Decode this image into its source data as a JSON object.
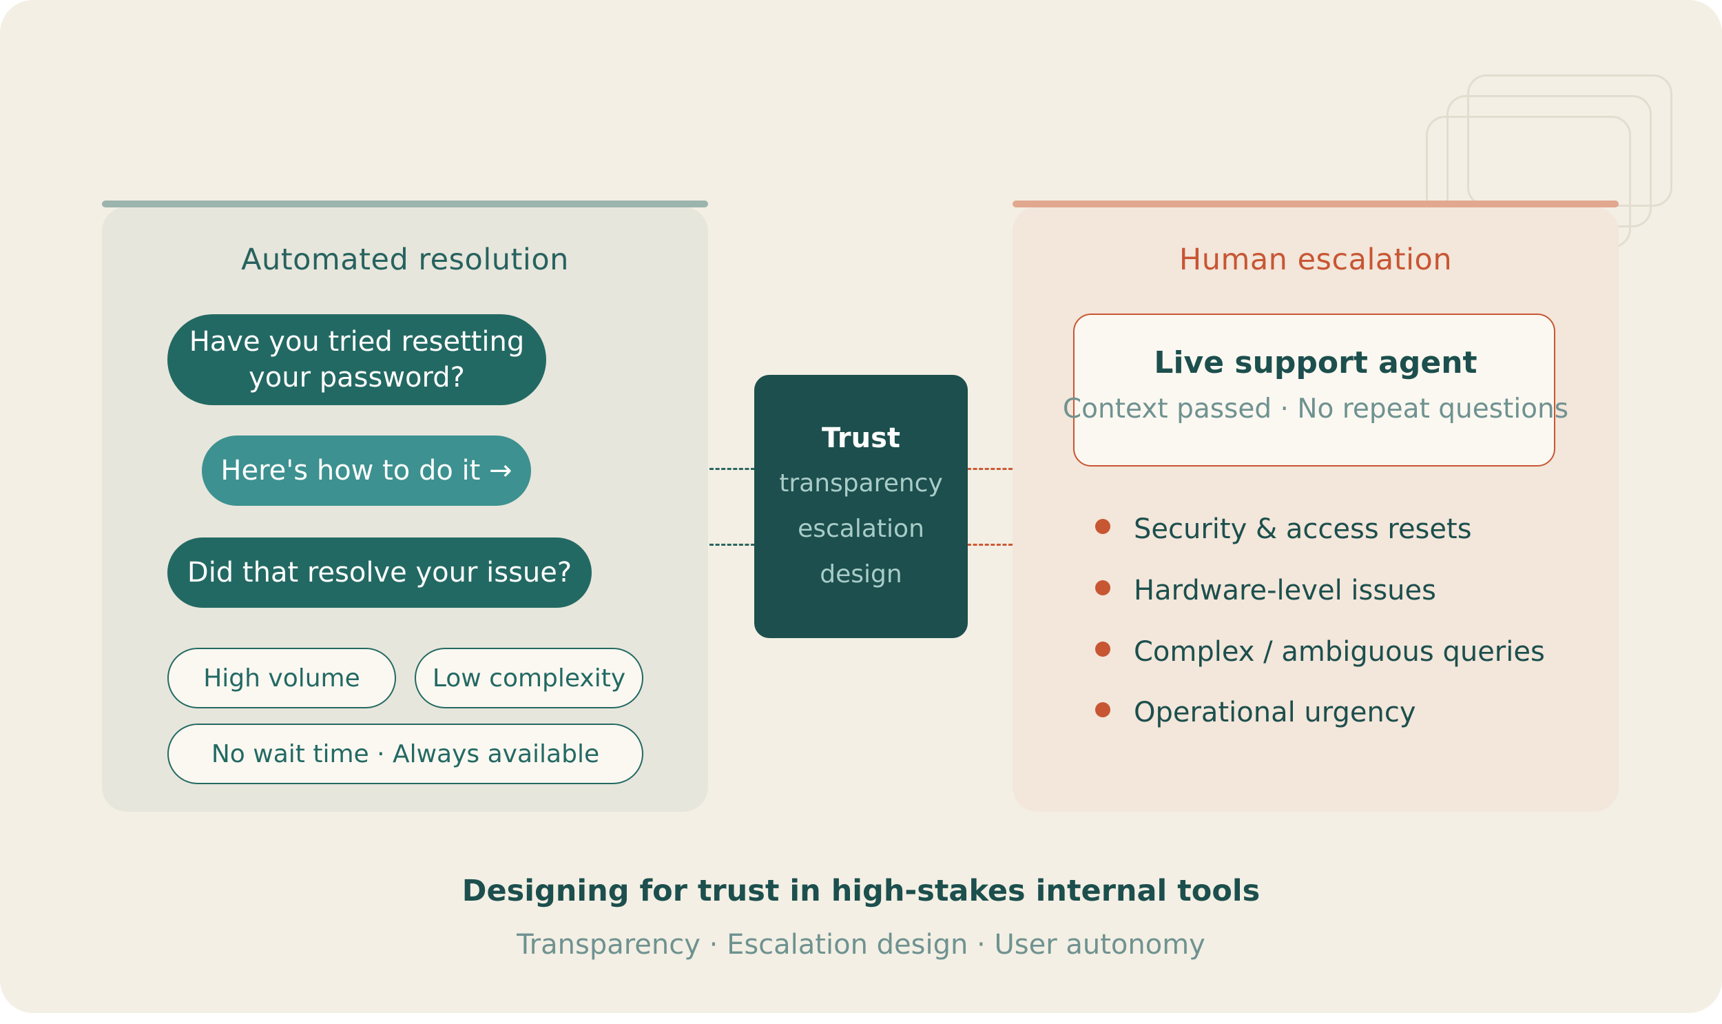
{
  "automated": {
    "title": "Automated resolution",
    "question_1": "Have you tried resetting your password?",
    "answer_1": "Here's how to do it →",
    "question_2": "Did that resolve your issue?",
    "tags": [
      "High volume",
      "Low complexity",
      "No wait time · Always available"
    ]
  },
  "trust": {
    "title": "Trust",
    "words": [
      "transparency",
      "escalation",
      "design"
    ]
  },
  "human": {
    "title": "Human escalation",
    "card_title": "Live support agent",
    "card_subtitle": "Context passed · No repeat questions",
    "bullets": [
      "Security & access resets",
      "Hardware-level issues",
      "Complex / ambiguous queries",
      "Operational urgency"
    ]
  },
  "caption": {
    "title": "Designing for trust in high-stakes internal tools",
    "subtitle": "Transparency · Escalation design · User autonomy"
  },
  "colors": {
    "background": "#f3efe4",
    "teal_dark": "#1c4f4d",
    "teal": "#236963",
    "teal_light": "#3d9190",
    "orange": "#c75633"
  }
}
